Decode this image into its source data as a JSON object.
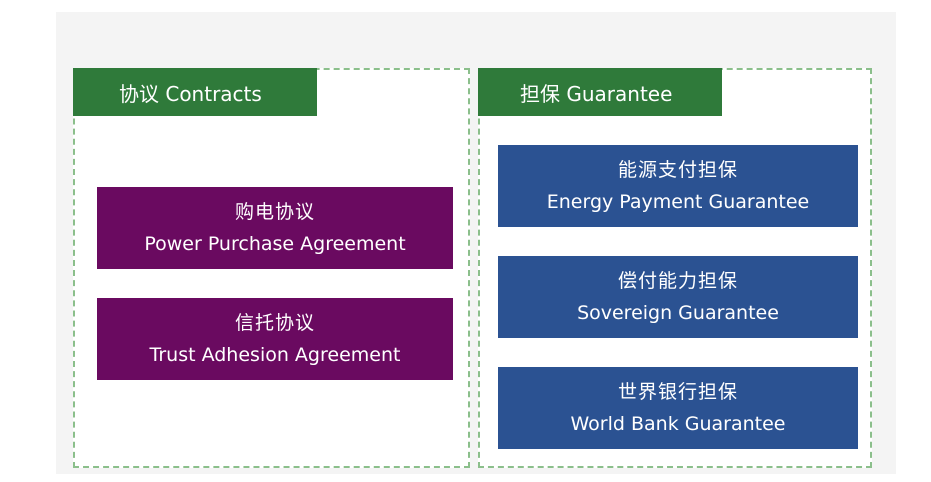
{
  "contracts": {
    "header": "协议 Contracts",
    "items": [
      {
        "zh": "购电协议",
        "en": "Power Purchase Agreement"
      },
      {
        "zh": "信托协议",
        "en": "Trust Adhesion Agreement"
      }
    ]
  },
  "guarantee": {
    "header": "担保 Guarantee",
    "items": [
      {
        "zh": "能源支付担保",
        "en": "Energy Payment Guarantee"
      },
      {
        "zh": "偿付能力担保",
        "en": "Sovereign Guarantee"
      },
      {
        "zh": "世界银行担保",
        "en": "World Bank Guarantee"
      }
    ]
  },
  "colors": {
    "header_green": "#2f7a3a",
    "contract_purple": "#6a0a60",
    "guarantee_blue": "#2b5292",
    "dashed_border": "#8bbf8b"
  }
}
